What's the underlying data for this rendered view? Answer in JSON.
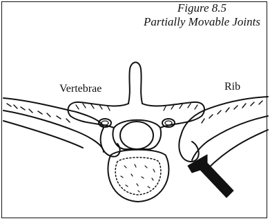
{
  "figure": {
    "number": "Figure 8.5",
    "title": "Partially Movable Joints"
  },
  "labels": {
    "vertebrae": "Vertebrae",
    "rib": "Rib"
  },
  "colors": {
    "ink": "#111111",
    "paper": "#ffffff"
  }
}
